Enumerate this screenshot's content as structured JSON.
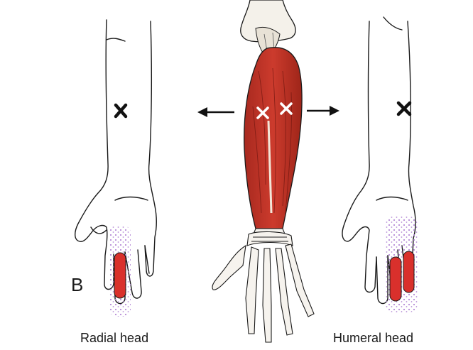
{
  "figure": {
    "panel_letter": "B",
    "left_label": "Radial head",
    "right_label": "Humeral head"
  },
  "colors": {
    "outline": "#1a1a1a",
    "muscle_red": "#c0392b",
    "referral_red": "#d9302c",
    "stipple": "#b58ad6",
    "marker": "#111111",
    "marker_on_muscle": "#ffffff"
  },
  "icons": {
    "trigger_point": "x-mark",
    "direction": "arrow"
  }
}
